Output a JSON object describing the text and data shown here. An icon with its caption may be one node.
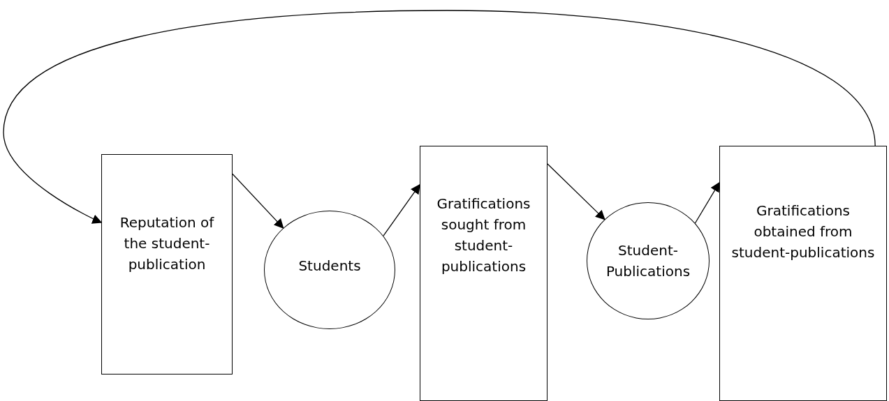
{
  "diagram": {
    "nodes": [
      {
        "text": [
          "Reputation of the student-publication"
        ]
      },
      {
        "text": [
          "Students"
        ]
      },
      {
        "text": [
          "Gratifications sought from student-publications"
        ]
      },
      {
        "text": [
          "Student-Publications"
        ]
      },
      {
        "text": [
          "Gratifications obtained from student-publications"
        ]
      }
    ],
    "edges": [
      {
        "from": 0,
        "to": 1,
        "arrow": "to"
      },
      {
        "from": 1,
        "to": 2,
        "arrow": "to"
      },
      {
        "from": 2,
        "to": 3,
        "arrow": "to"
      },
      {
        "from": 3,
        "to": 4,
        "arrow": "to"
      },
      {
        "from": 4,
        "to": 0,
        "arrow": "to"
      }
    ]
  }
}
